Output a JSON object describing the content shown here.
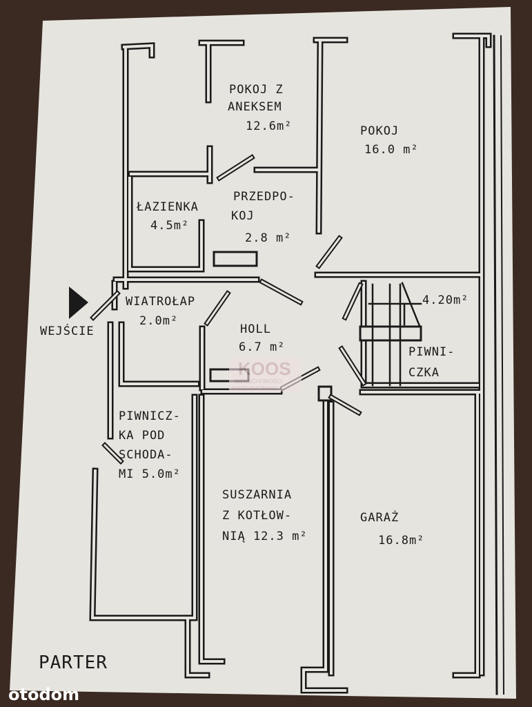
{
  "plan": {
    "title": "PARTER",
    "entrance_label": "WEJŚCIE",
    "rooms": [
      {
        "id": "pokoj-z-aneksem",
        "lines": [
          "POKOJ Z",
          "ANEKSEM",
          "12.6m²"
        ]
      },
      {
        "id": "pokoj",
        "lines": [
          "POKOJ",
          "16.0 m²"
        ]
      },
      {
        "id": "lazienka",
        "lines": [
          "ŁAZIENKA",
          "4.5m²"
        ]
      },
      {
        "id": "przedpokoj",
        "lines": [
          "PRZEDPO-",
          "KOJ",
          "2.8 m²"
        ]
      },
      {
        "id": "wiatrolap",
        "lines": [
          "WIATROŁAP",
          "2.0m²"
        ]
      },
      {
        "id": "holl",
        "lines": [
          "HOLL",
          "6.7 m²"
        ]
      },
      {
        "id": "piwniczka",
        "lines": [
          "4.20m²",
          "PIWNI-",
          "CZKA"
        ]
      },
      {
        "id": "piwniczka-pod-schodami",
        "lines": [
          "PIWNICZ-",
          "KA POD",
          "SCHODA-",
          "MI 5.0m²"
        ]
      },
      {
        "id": "suszarnia",
        "lines": [
          "SUSZARNIA",
          "Z KOTŁOW-",
          "NIĄ 12.3 m²"
        ]
      },
      {
        "id": "garaz",
        "lines": [
          "GARAŻ",
          "16.8m²"
        ]
      }
    ]
  },
  "watermark": {
    "name": "KOOS",
    "line1": "NIERUCHOMOŚCI",
    "line2": "KANCELARIA PRAWNA"
  },
  "brand": "otodom",
  "colors": {
    "paper": "#e6e4df",
    "ink": "#1a1a1a",
    "background": "#3a2a22"
  }
}
